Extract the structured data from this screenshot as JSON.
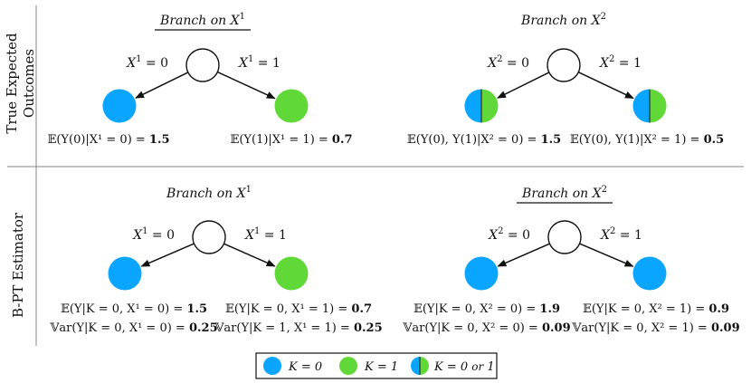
{
  "colors": {
    "k0": "#0aa5ff",
    "k1": "#60d837",
    "line": "#9a9a9a",
    "stroke": "#111111"
  },
  "rows": [
    {
      "label_line1": "True Expected",
      "label_line2": "Outcomes",
      "trees": [
        {
          "title": "Branch on X",
          "title_sup": "1",
          "underline": true,
          "left_edge": "X",
          "left_edge_sup": "1",
          "left_edge_rest": " = 0",
          "right_edge": "X",
          "right_edge_sup": "1",
          "right_edge_rest": " = 1",
          "left_leaf": "k0",
          "right_leaf": "k1",
          "left_text": "𝔼(Y(0)|X¹ = 0) = ",
          "left_value": "1.5",
          "right_text": "𝔼(Y(1)|X¹ = 1) = ",
          "right_value": "0.7"
        },
        {
          "title": "Branch on X",
          "title_sup": "2",
          "underline": false,
          "left_edge": "X",
          "left_edge_sup": "2",
          "left_edge_rest": " = 0",
          "right_edge": "X",
          "right_edge_sup": "2",
          "right_edge_rest": " = 1",
          "left_leaf": "both",
          "right_leaf": "both",
          "left_text": "𝔼(Y(0), Y(1)|X² = 0) = ",
          "left_value": "1.5",
          "right_text": "𝔼(Y(0), Y(1)|X² = 1) = ",
          "right_value": "0.5"
        }
      ]
    },
    {
      "label_line1": "B-PT Estimator",
      "label_line2": "",
      "trees": [
        {
          "title": "Branch on X",
          "title_sup": "1",
          "underline": false,
          "left_edge": "X",
          "left_edge_sup": "1",
          "left_edge_rest": " = 0",
          "right_edge": "X",
          "right_edge_sup": "1",
          "right_edge_rest": " = 1",
          "left_leaf": "k0",
          "right_leaf": "k1",
          "left_text": "𝔼(Y|K = 0, X¹ = 0) = ",
          "left_value": "1.5",
          "left_text2": "𝕍ar(Y|K = 0, X¹ = 0) = ",
          "left_value2": "0.25",
          "right_text": "𝔼(Y|K = 0, X¹ = 1) = ",
          "right_value": "0.7",
          "right_text2": "𝕍ar(Y|K = 1, X¹ = 1) = ",
          "right_value2": "0.25"
        },
        {
          "title": "Branch on X",
          "title_sup": "2",
          "underline": true,
          "left_edge": "X",
          "left_edge_sup": "2",
          "left_edge_rest": " = 0",
          "right_edge": "X",
          "right_edge_sup": "2",
          "right_edge_rest": " = 1",
          "left_leaf": "k0",
          "right_leaf": "k0",
          "left_text": "𝔼(Y|K = 0, X² = 0) = ",
          "left_value": "1.9",
          "left_text2": "𝕍ar(Y|K = 0, X² = 0) = ",
          "left_value2": "0.09",
          "right_text": "𝔼(Y|K = 0, X² = 1) = ",
          "right_value": "0.9",
          "right_text2": "𝕍ar(Y|K = 0, X² = 1) = ",
          "right_value2": "0.09"
        }
      ]
    }
  ],
  "legend": {
    "k0_label": "K = 0",
    "k1_label": "K = 1",
    "both_label_main": "K = 0 ",
    "both_label_or": "or",
    "both_label_tail": " 1"
  }
}
